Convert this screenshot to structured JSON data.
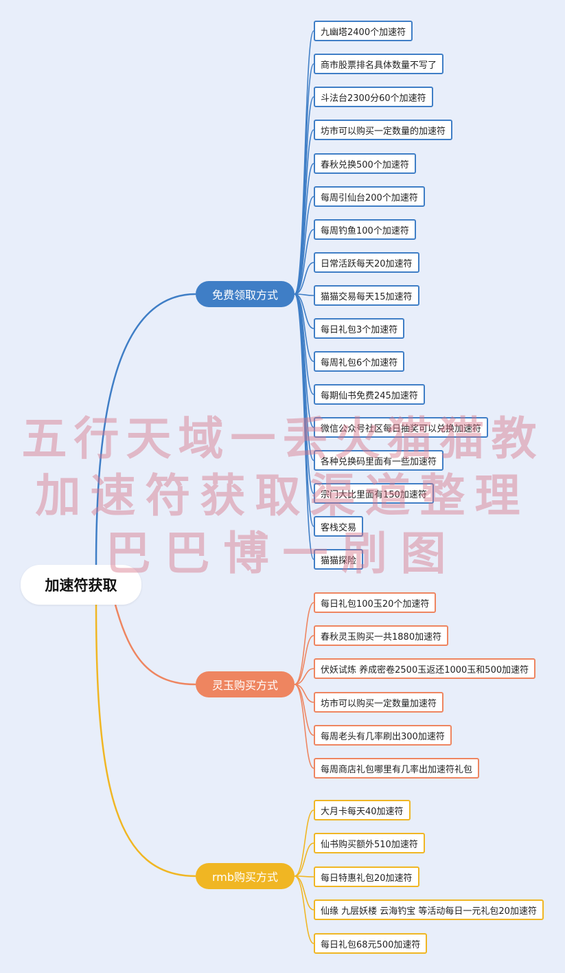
{
  "root": {
    "label": "加速符获取"
  },
  "branches": [
    {
      "label": "免费领取方式",
      "color": "#3f7ec6",
      "items": [
        "九幽塔2400个加速符",
        "商市股票排名具体数量不写了",
        "斗法台2300分60个加速符",
        "坊市可以购买一定数量的加速符",
        "春秋兑换500个加速符",
        "每周引仙台200个加速符",
        "每周钓鱼100个加速符",
        "日常活跃每天20加速符",
        "猫猫交易每天15加速符",
        "每日礼包3个加速符",
        "每周礼包6个加速符",
        "每期仙书免费245加速符",
        "微信公众号社区每日抽奖可以兑换加速符",
        "各种兑换码里面有一些加速符",
        "宗门大比里面有150加速符",
        "客栈交易",
        "猫猫探险"
      ]
    },
    {
      "label": "灵玉购买方式",
      "color": "#ee8560",
      "items": [
        "每日礼包100玉20个加速符",
        "春秋灵玉购买一共1880加速符",
        "伏妖试炼 养成密卷2500玉返还1000玉和500加速符",
        "坊市可以购买一定数量加速符",
        "每周老头有几率刷出300加速符",
        "每周商店礼包哪里有几率出加速符礼包"
      ]
    },
    {
      "label": "rmb购买方式",
      "color": "#f0b623",
      "items": [
        "大月卡每天40加速符",
        "仙书购买额外510加速符",
        "每日特惠礼包20加速符",
        "仙缘 九层妖楼 云海钓宝 等活动每日一元礼包20加速符",
        "每日礼包68元500加速符"
      ]
    }
  ],
  "watermark": {
    "lines": [
      "五行天域一丢火猫猫教",
      "加速符获取渠道整理",
      "巴巴博一刷图"
    ]
  }
}
